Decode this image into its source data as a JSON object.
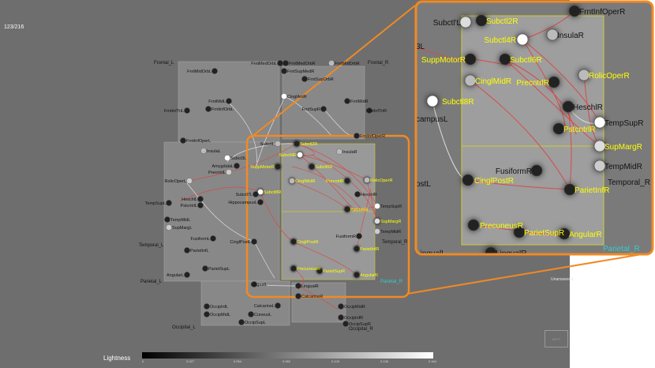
{
  "counter": "123/216",
  "unanswered": "Unanswered",
  "next_label": "NEXT",
  "legend": {
    "title": "Lightness",
    "ticks": [
      "0",
      "0.027",
      "0.054",
      "0.082",
      "0.109",
      "0.136",
      "0.164"
    ]
  },
  "colors": {
    "background": "#6e6e6e",
    "region_fill": "#888888",
    "region_highlight": "#999999",
    "highlight_border": "#f08a24",
    "edge_red": "#d84a4a",
    "edge_white": "#dddddd",
    "label_white": "#ffffff",
    "label_yellow": "#ffff00",
    "label_cyan": "#33cccc",
    "label_black": "#111111"
  },
  "regions": {
    "frontal_l": "Frontal_L",
    "frontal_r": "Frontal_R",
    "temporal_l": "Temporal_L",
    "temporal_r": "Temporal_R",
    "parietal_l": "Parietal_L",
    "parietal_r": "Parietal_R",
    "occipital_l": "Occipital_L",
    "occipital_r": "Occipital_R"
  },
  "nodes": {
    "FrntMedOrbL": "FrntMedOrbL",
    "FrntMidOrbL": "FrntMidOrbL",
    "FrntMedOrbR": "FrntMedOrbR",
    "FrntMidOrbR": "FrntMidOrbR",
    "FrntSupMedR": "FrntSupMedR",
    "FrntSupOrbR": "FrntSupOrbR",
    "FrntMidL": "FrntMidL",
    "FrntInfOrbL": "FrntInfOrbL",
    "CinglAntR": "CinglAntR",
    "FrntMidR": "FrntMidR",
    "FrntSupR": "FrntSupR",
    "FrntInfTriR": "FrntInfTriR",
    "FrntInfTriL": "FrntInfTriL",
    "FrntInfOperR": "FrntInfOperR",
    "FrntInfOperL": "FrntInfOperL",
    "SubctlL": "SubctlL",
    "InsulaL": "InsulaL",
    "Subct3L": "Subct3L",
    "AmygdalaL": "AmygdalaL",
    "PrecntrlL": "PrecntrlL",
    "RolicOperL": "RolicOperL",
    "Subctl2R": "Subctl2R",
    "Subctl4R": "Subctl4R",
    "InsulaR": "InsulaR",
    "SuppMotorR": "SuppMotorR",
    "Subctl6R": "Subctl6R",
    "CinglMidR": "CinglMidR",
    "PrecntrlR": "PrecntrlR",
    "RolicOperR": "RolicOperR",
    "HeschlR": "HeschlR",
    "Subctl8R": "Subctl8R",
    "Subctl7L": "Subctl7L",
    "HippocampusL": "HippocampusL",
    "HeschlL": "HeschlL",
    "PstcntrlL": "PstcntrlL",
    "TempSupL": "TempSupL",
    "TempMidL": "TempMidL",
    "SupMargL": "SupMargL",
    "PstcntrlR": "PstcntrlR",
    "TempSupR": "TempSupR",
    "SupMargR": "SupMargR",
    "TempMidR": "TempMidR",
    "FusiformL": "FusiformL",
    "ParietInfL": "ParietInfL",
    "CinglPostL": "CinglPostL",
    "CinglPostR": "CinglPostR",
    "FusiformR": "FusiformR",
    "ParietInfR": "ParietInfR",
    "AngularL": "AngularL",
    "ParietSupL": "ParietSupL",
    "PrecuneusR": "PrecuneusR",
    "ParietSupR": "ParietSupR",
    "AngularR": "AngularR",
    "LingualL": "LingualL",
    "LingualR": "LingualR",
    "CalcarineR": "CalcarineR",
    "OccipInfL": "OccipInfL",
    "CalcarineL": "CalcarineL",
    "OccipMidL": "OccipMidL",
    "CuneusL": "CuneusL",
    "OccipSupL": "OccipSupL",
    "OccipMidR": "OccipMidR",
    "OccipInfR": "OccipInfR",
    "OccipSupR": "OccipSupR"
  },
  "zoom": {
    "FrntInfOperR": "FrntInfOperR",
    "SubctlL": "Subctl'L",
    "Subct3L": "3L",
    "Subctl2R": "Subctl2R",
    "Subctl4R": "Subctl4R",
    "InsulaR": "InsulaR",
    "SuppMotorR": "SuppMotorR",
    "Subctl6R": "Subctl6R",
    "CinglMidR": "CinglMidR",
    "PrecntrlR": "PrecntrlR",
    "RolicOperR": "RolicOperR",
    "HeschlR": "HeschlR",
    "Subctl8R": "Subctl8R",
    "campusL": "campusL",
    "PstcntrlR": "PstcntrlR",
    "TempSupR": "TempSupR",
    "SupMargR": "SupMargR",
    "TempMidR": "TempMidR",
    "ostL": "ostL",
    "CinglPostR": "CinglPostR",
    "FusiformR": "FusiformR",
    "Temporal_R": "Temporal_R",
    "ParietInfR": "ParietInfR",
    "PrecuneusR": "PrecuneusR",
    "ParietSupR": "ParietSupR",
    "AngularR": "AngularR",
    "Parietal_R": "Parietal_R",
    "LingualL": "LingualL",
    "LingualR": "LingualR"
  }
}
